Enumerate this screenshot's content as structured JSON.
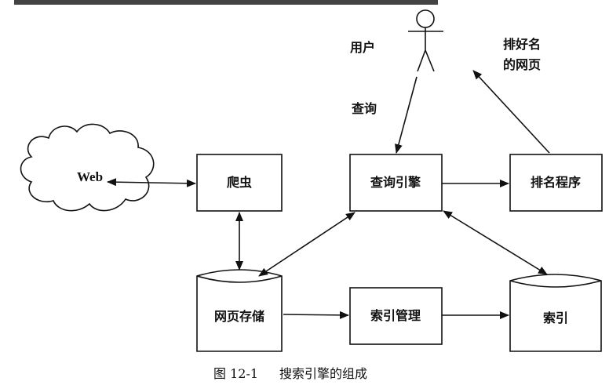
{
  "nodes": {
    "web": "Web",
    "crawler": "爬虫",
    "query_engine": "查询引擎",
    "ranker": "排名程序",
    "page_store": "网页存储",
    "index_manager": "索引管理",
    "index": "索引"
  },
  "labels": {
    "user": "用户",
    "query": "查询",
    "ranked_pages_line1": "排好名",
    "ranked_pages_line2": "的网页"
  },
  "caption": {
    "number": "图 12-1",
    "title": "搜索引擎的组成"
  }
}
